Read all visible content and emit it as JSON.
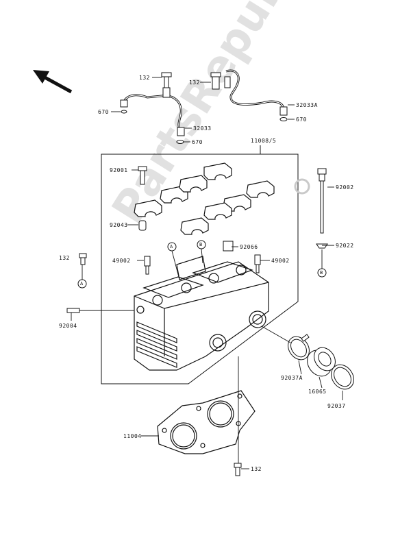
{
  "watermark": "PartsRepublik",
  "labels": {
    "l132a": "132",
    "l132b": "132",
    "l132c": "132",
    "l132d": "132",
    "l670a": "670",
    "l670b": "670",
    "l670c": "670",
    "l32033": "32033",
    "l32033a": "32033A",
    "l11008": "11008/5",
    "l92001": "92001",
    "l92002": "92002",
    "l92043": "92043",
    "l92066": "92066",
    "l92022": "92022",
    "l49002a": "49002",
    "l49002b": "49002",
    "l92004": "92004",
    "l92037a": "92037A",
    "l16065": "16065",
    "l92037": "92037",
    "l11004": "11004",
    "refA": "A",
    "refB": "B"
  },
  "colors": {
    "line": "#111111",
    "watermark": "#c9c9c9"
  }
}
